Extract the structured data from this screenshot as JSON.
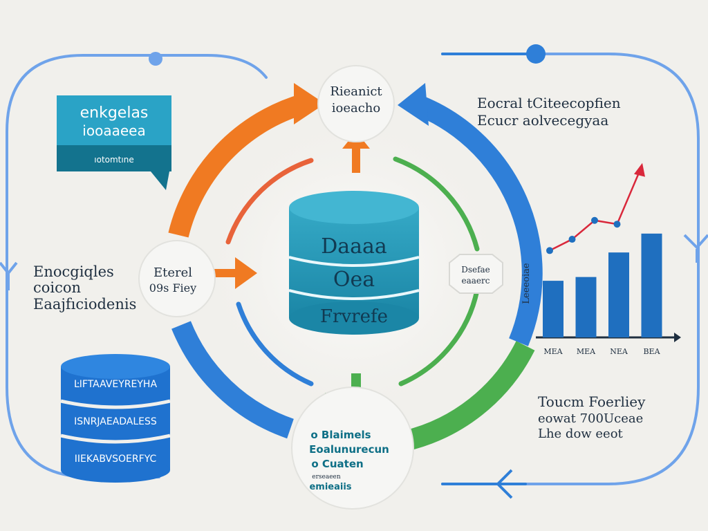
{
  "colors": {
    "blue": "#2f7fd8",
    "orange": "#f07a22",
    "green": "#4caf4f",
    "teal": "#2b9fbe",
    "dark_teal": "#13738e",
    "red": "#d9283b",
    "chart_blue": "#1f6fbf"
  },
  "center_db": {
    "line1": "Daaaa",
    "line2": "Oea",
    "line3": "Frvrefe"
  },
  "top_node": {
    "line1": "Rieanict",
    "line2": "ioeacho"
  },
  "left_node": {
    "line1": "Eterel",
    "line2": "09s Fiey"
  },
  "right_node": {
    "line1": "Dsefae",
    "line2": "eaaerc"
  },
  "bottom_node": {
    "line1": "o Blaimels",
    "line2": "Eoalunurecun",
    "line3": "o Cuaten",
    "line4": "erseaeen",
    "line5": "emieaiis"
  },
  "left_label": {
    "line1": "Enocgiqles",
    "line2": "coicon",
    "line3": "Eaajfıciodenis"
  },
  "top_left_box": {
    "title1": "enkgelas",
    "title2": "iooaaeea",
    "footer": "ıotomtıne"
  },
  "bottom_left_db": {
    "row1": "ĿIFTAAVEYREYHA",
    "row2": "ISNRJAEADALESS",
    "row3": "IIEKABVSOERFYC"
  },
  "chart_caption": {
    "line1": "Eocral tCiteecopfien",
    "line2": "Ecucr aolvecegyaa"
  },
  "chart_side_label": "Leeeoiae",
  "chart_data": {
    "type": "bar",
    "categories": [
      "MEA",
      "MEA",
      "NEA",
      "BEA"
    ],
    "values": [
      3.0,
      3.2,
      4.5,
      5.5
    ],
    "trend": [
      4.6,
      5.2,
      6.2,
      6.0,
      8.8
    ],
    "ylim": [
      0,
      10
    ]
  },
  "right_note": {
    "line1": "Toucm Foerliey",
    "line2": "eowat 700Uceae",
    "line3": "Lhe dow eeot"
  }
}
